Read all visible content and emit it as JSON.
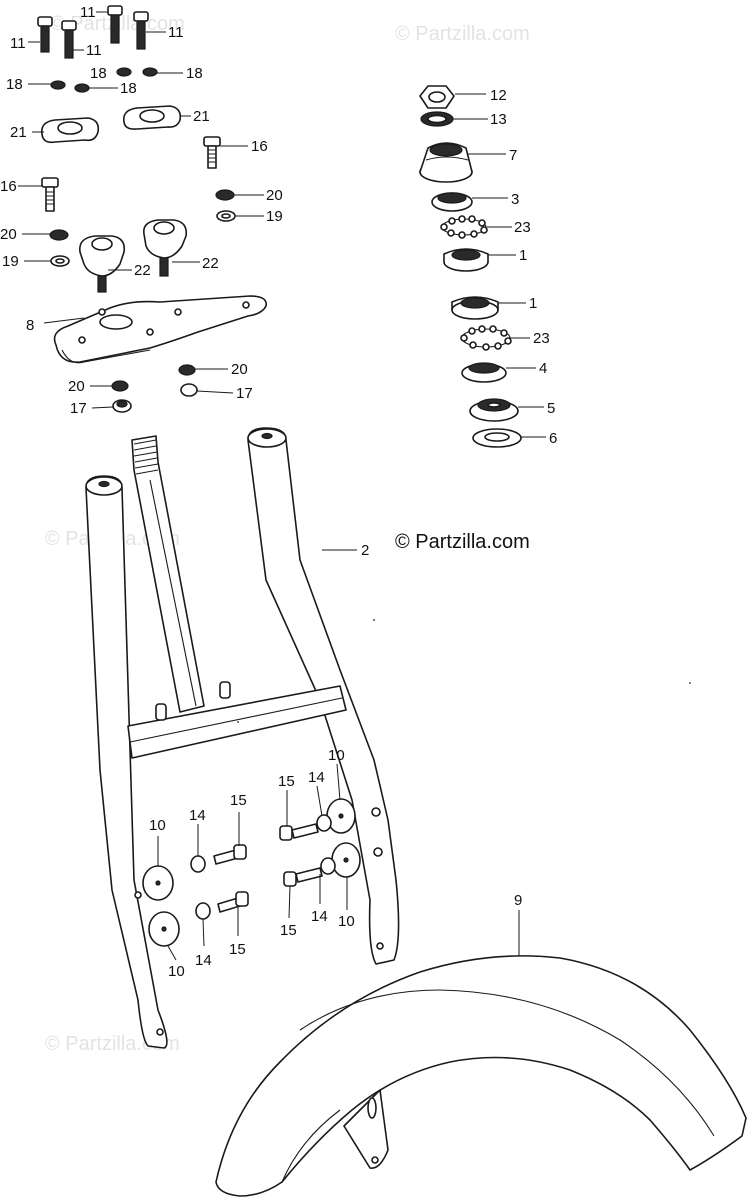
{
  "watermark": {
    "main": "© Partzilla.com",
    "faint": "© Partzilla.com"
  },
  "callouts": {
    "c11a": "11",
    "c11b": "11",
    "c11c": "11",
    "c11d": "11",
    "c18a": "18",
    "c18b": "18",
    "c18c": "18",
    "c21a": "21",
    "c21b": "21",
    "c16a": "16",
    "c16b": "16",
    "c20a": "20",
    "c20b": "20",
    "c20c": "20",
    "c20d": "20",
    "c19a": "19",
    "c19b": "19",
    "c22a": "22",
    "c22b": "22",
    "c8": "8",
    "c17a": "17",
    "c17b": "17",
    "c12": "12",
    "c13": "13",
    "c7": "7",
    "c3": "3",
    "c23a": "23",
    "c1a": "1",
    "c1b": "1",
    "c23b": "23",
    "c4": "4",
    "c5": "5",
    "c6": "6",
    "c2": "2",
    "c10a": "10",
    "c14a": "14",
    "c15a": "15",
    "c15b": "15",
    "c14b": "14",
    "c10b": "10",
    "c10c": "10",
    "c14c": "14",
    "c15c": "15",
    "c15d": "15",
    "c14d": "14",
    "c10d": "10",
    "c9": "9"
  }
}
